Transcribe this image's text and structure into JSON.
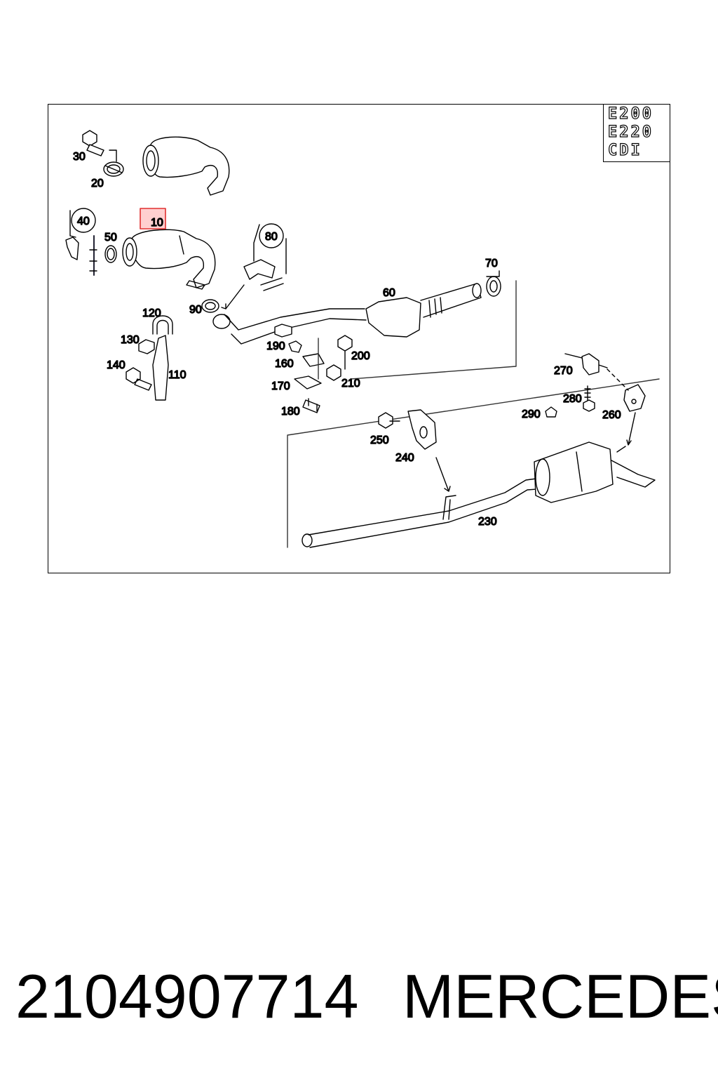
{
  "model_codes": [
    "E200",
    "E220",
    "CDI"
  ],
  "highlighted_part": "10",
  "highlight_color": "#e03030",
  "callouts": {
    "p10": "10",
    "p20": "20",
    "p30": "30",
    "p40": "40",
    "p50": "50",
    "p60": "60",
    "p70": "70",
    "p80": "80",
    "p90": "90",
    "p110": "110",
    "p120": "120",
    "p130": "130",
    "p140": "140",
    "p160": "160",
    "p170": "170",
    "p180": "180",
    "p190": "190",
    "p200": "200",
    "p210": "210",
    "p230": "230",
    "p240": "240",
    "p250": "250",
    "p260": "260",
    "p270": "270",
    "p280": "280",
    "p290": "290"
  },
  "footer": {
    "part_number": "2104907714",
    "brand": "MERCEDES"
  }
}
